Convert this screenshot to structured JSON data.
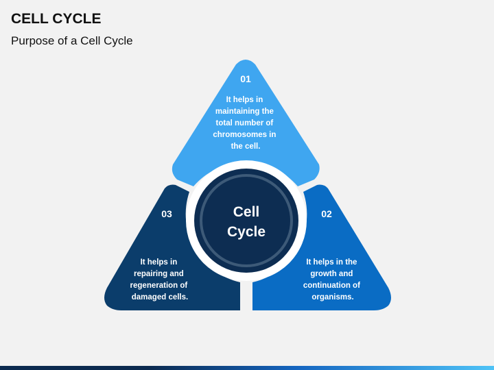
{
  "header": {
    "title": "CELL CYCLE",
    "subtitle": "Purpose of a Cell Cycle"
  },
  "diagram": {
    "center": {
      "line1": "Cell",
      "line2": "Cycle"
    },
    "segments": [
      {
        "number": "01",
        "lines": [
          "It helps in",
          "maintaining the",
          "total number of",
          "chromosomes in",
          "the cell."
        ],
        "color": "#3fa6f0"
      },
      {
        "number": "02",
        "lines": [
          "It helps in the",
          "growth and",
          "continuation of",
          "organisms."
        ],
        "color": "#0a6cc4"
      },
      {
        "number": "03",
        "lines": [
          "It helps in",
          "repairing and",
          "regeneration of",
          "damaged cells."
        ],
        "color": "#0b3d6b"
      }
    ],
    "colors": {
      "center_fill": "#0d2d52",
      "center_ring": "#3d5a78",
      "center_border": "#ffffff"
    }
  }
}
